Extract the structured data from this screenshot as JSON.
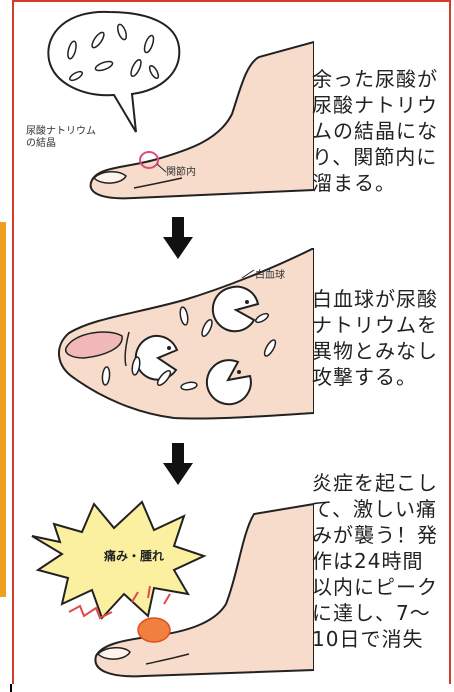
{
  "panel1": {
    "label_crystal": "尿酸ナトリウム\nの結晶",
    "label_joint": "関節内",
    "text": "余った尿酸が\n尿酸ナトリウ\nムの結晶にな\nり、関節内に\n溜まる。"
  },
  "panel2": {
    "label_wbc": "白血球",
    "text": "白血球が尿酸\nナトリウムを\n異物とみなし\n攻撃する。"
  },
  "panel3": {
    "label_burst": "痛み・腫れ",
    "text": "炎症を起こし\nて、激しい痛\nみが襲う！発\n作は24時間\n以内にピーク\nに達し、7〜\n10日で消失"
  },
  "colors": {
    "frame": "#d63a2a",
    "skin": "#f7dccb",
    "outline": "#222222",
    "burst": "#fbf0a0",
    "inflammation": "#f08040",
    "highlight": "#e24a7a"
  }
}
